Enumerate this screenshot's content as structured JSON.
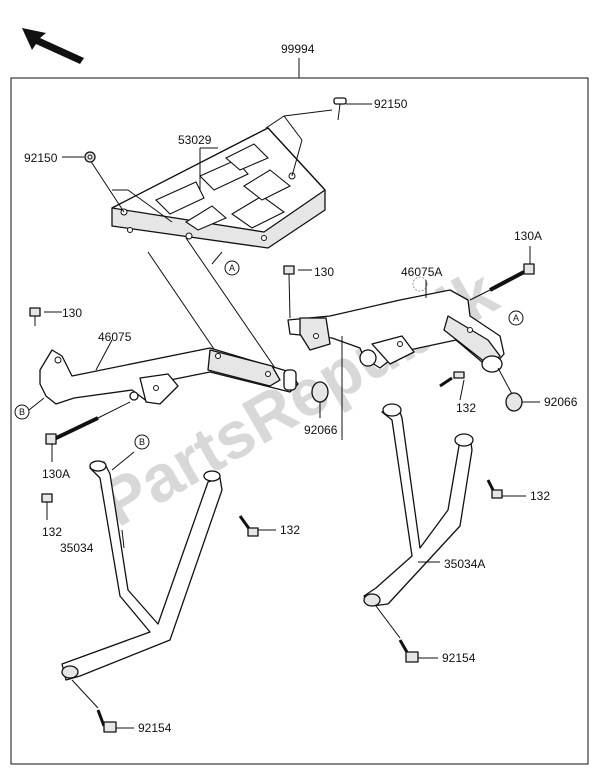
{
  "callouts": {
    "assembly": "99994",
    "bolt_top": "92150",
    "bolt_left_top": "92150",
    "bracket_plate": "53029",
    "bolt_130_center": "130",
    "bolt_130_left": "130",
    "bolt_130A_right": "130A",
    "rail_right": "46075A",
    "rail_left": "46075",
    "ref_A_plate": "A",
    "ref_A_right": "A",
    "ref_B_left": "B",
    "ref_B_stay": "B",
    "grommet_left": "92066",
    "grommet_right": "92066",
    "bolt_132_right_a": "132",
    "bolt_132_right_b": "132",
    "bolt_132_left_a": "132",
    "bolt_132_left_b": "132",
    "bolt_130A_left": "130A",
    "stay_left": "35034",
    "stay_right": "35034A",
    "bolt_92154_right": "92154",
    "bolt_92154_left": "92154"
  },
  "watermark": "PartsRepublik"
}
